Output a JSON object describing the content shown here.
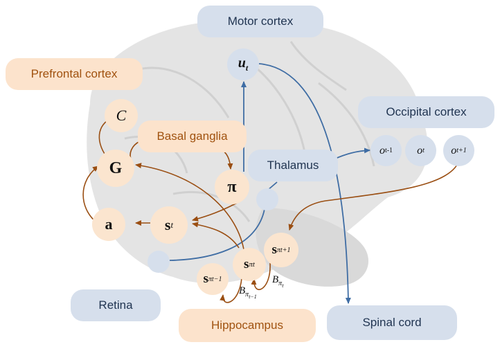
{
  "regions": {
    "motor_cortex": "Motor cortex",
    "prefrontal_cortex": "Prefrontal cortex",
    "basal_ganglia": "Basal ganglia",
    "occipital_cortex": "Occipital cortex",
    "thalamus": "Thalamus",
    "retina": "Retina",
    "hippocampus": "Hippocampus",
    "spinal_cord": "Spinal cord"
  },
  "nodes": {
    "u": "u",
    "u_sub": "t",
    "C": "C",
    "G": "G",
    "pi": "π",
    "a": "a",
    "s": "s",
    "s_sub": "t",
    "o_prev": "o",
    "o_prev_sub": "t-1",
    "o_cur": "o",
    "o_cur_sub": "t",
    "o_next": "o",
    "o_next_sub": "t+1",
    "s_pi_prev": "s",
    "s_pi_prev_sub": "πt−1",
    "s_pi_t": "s",
    "s_pi_t_sub": "πt",
    "s_pi_next": "s",
    "s_pi_next_sub": "πt+1"
  },
  "transitions": {
    "B_prev": "B",
    "B_prev_sub": "π",
    "B_prev_subsub": "t−1",
    "B_t": "B",
    "B_t_sub": "π",
    "B_t_subsub": "t"
  },
  "colors": {
    "blue_arrow": "#3f6da4",
    "brown_arrow": "#9a4e12",
    "blue_fill": "#d6dfec",
    "orange_fill": "#fce3cc"
  }
}
